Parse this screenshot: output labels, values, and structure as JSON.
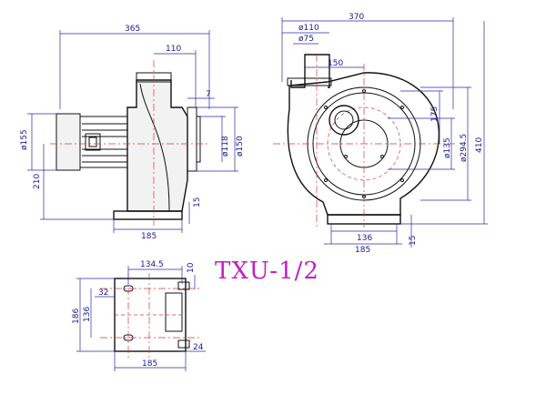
{
  "model_title": "TXU-1/2",
  "front_view": {
    "overall_width": "365",
    "outlet_width": "110",
    "flange_gap": "7",
    "motor_diameter": "ø155",
    "center_height": "210",
    "inlet_diameter_inner": "ø118",
    "inlet_diameter_outer": "ø150",
    "base_thickness": "15",
    "base_width": "185"
  },
  "side_view": {
    "overall_width": "370",
    "outlet_d1": "ø110",
    "outlet_d2": "ø75",
    "outlet_offset": "150",
    "dim_175": "175",
    "dim_135": "ø135",
    "dim_294": "ø294.5",
    "overall_height": "410",
    "base_inner": "136",
    "base_outer": "185",
    "base_thickness": "15"
  },
  "base_view": {
    "hole_spacing": "134.5",
    "slot_width": "10",
    "slot_offset": "32",
    "depth_outer": "186",
    "depth_inner": "136",
    "edge": "24",
    "width": "185"
  }
}
